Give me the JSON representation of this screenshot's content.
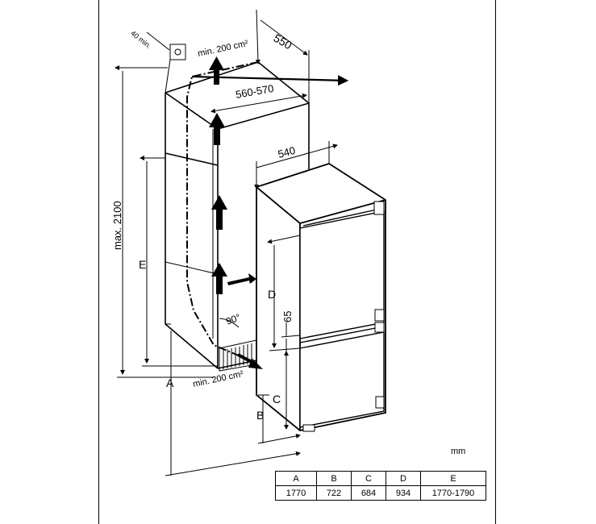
{
  "labels": {
    "clearance_top": "40 min.",
    "vent_top": "min. 200 cm²",
    "depth_outer": "550",
    "width_niche": "560-570",
    "depth_appliance": "540",
    "height_max": "max. 2100",
    "dim_e": "E",
    "dim_d": "D",
    "dim_65": "65",
    "dim_c": "C",
    "dim_b": "B",
    "dim_a": "A",
    "angle": "90°",
    "vent_bottom": "min. 200 cm²"
  },
  "unit": "mm",
  "table": {
    "headers": [
      "A",
      "B",
      "C",
      "D",
      "E"
    ],
    "values": [
      "1770",
      "722",
      "684",
      "934",
      "1770-1790"
    ]
  }
}
